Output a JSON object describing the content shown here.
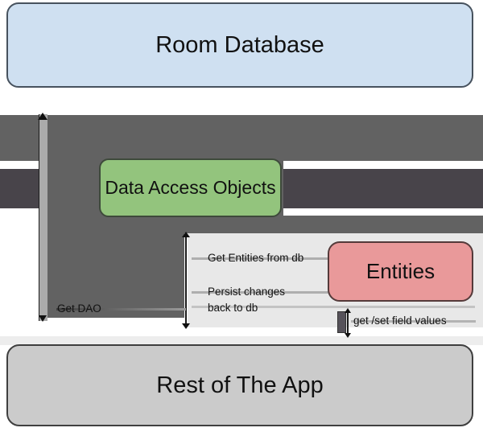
{
  "nodes": {
    "room_database": {
      "label": "Room Database",
      "fill": "#cfe0f1"
    },
    "data_access_objects": {
      "label": "Data Access Objects",
      "fill": "#93c47d"
    },
    "entities": {
      "label": "Entities",
      "fill": "#e9999a"
    },
    "rest_of_the_app": {
      "label": "Rest of The App",
      "fill": "#cbcbcb"
    }
  },
  "edges": {
    "get_dao": {
      "label": "Get DAO"
    },
    "get_entities_from_db": {
      "label": "Get Entities from db"
    },
    "persist_changes_line1": {
      "label": "Persist changes"
    },
    "persist_changes_line2": {
      "label": "back to db"
    },
    "get_set_field_values": {
      "label": "get /set field values"
    }
  },
  "colors": {
    "background": "#ffffff",
    "thick_arrow_gray": "#626262",
    "thick_arrow_dark_band": "#48444a",
    "get_dao_bar": "#ababab",
    "connector_panel": "#e8e8e8",
    "entities_mini_arrow": "#56525a"
  }
}
